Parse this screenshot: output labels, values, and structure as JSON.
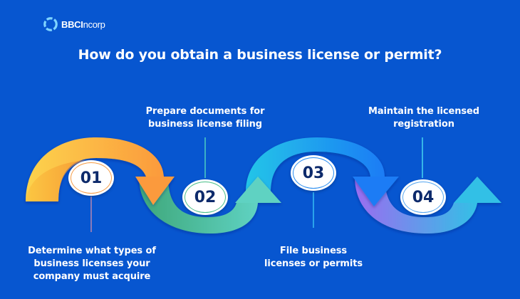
{
  "brand": {
    "name_bold": "BBCI",
    "name_light": "ncorp",
    "icon": "bbcincorp-swirl-logo-icon"
  },
  "title": "How do you obtain a business license or permit?",
  "steps": [
    {
      "number": "01",
      "label_lines": [
        "Determine what types of",
        "business licenses your",
        "company must acquire"
      ],
      "label_position": "below",
      "arrow_colors": [
        "#fcd34d",
        "#fb9a3c"
      ],
      "ring_color": "#f59e4a",
      "stem_color": "#8b7bb8"
    },
    {
      "number": "02",
      "label_lines": [
        "Prepare documents for",
        "business license filing"
      ],
      "label_position": "above",
      "arrow_colors": [
        "#3ea77a",
        "#5fd2c2"
      ],
      "ring_color": "#4cc08a",
      "stem_color": "#3bb0c6"
    },
    {
      "number": "03",
      "label_lines": [
        "File business",
        "licenses or permits"
      ],
      "label_position": "below",
      "arrow_colors": [
        "#22c5e8",
        "#1d7cf5"
      ],
      "ring_color": "#2a8df0",
      "stem_color": "#2aa3ea"
    },
    {
      "number": "04",
      "label_lines": [
        "Maintain the licensed",
        "registration"
      ],
      "label_position": "above",
      "arrow_colors": [
        "#9b6cf0",
        "#33c0e6"
      ],
      "ring_color": "#5aa8f0",
      "stem_color": "#35b5e8"
    }
  ],
  "colors": {
    "background": "#0756d0",
    "text": "#ffffff",
    "number_text": "#0d2a6b"
  }
}
